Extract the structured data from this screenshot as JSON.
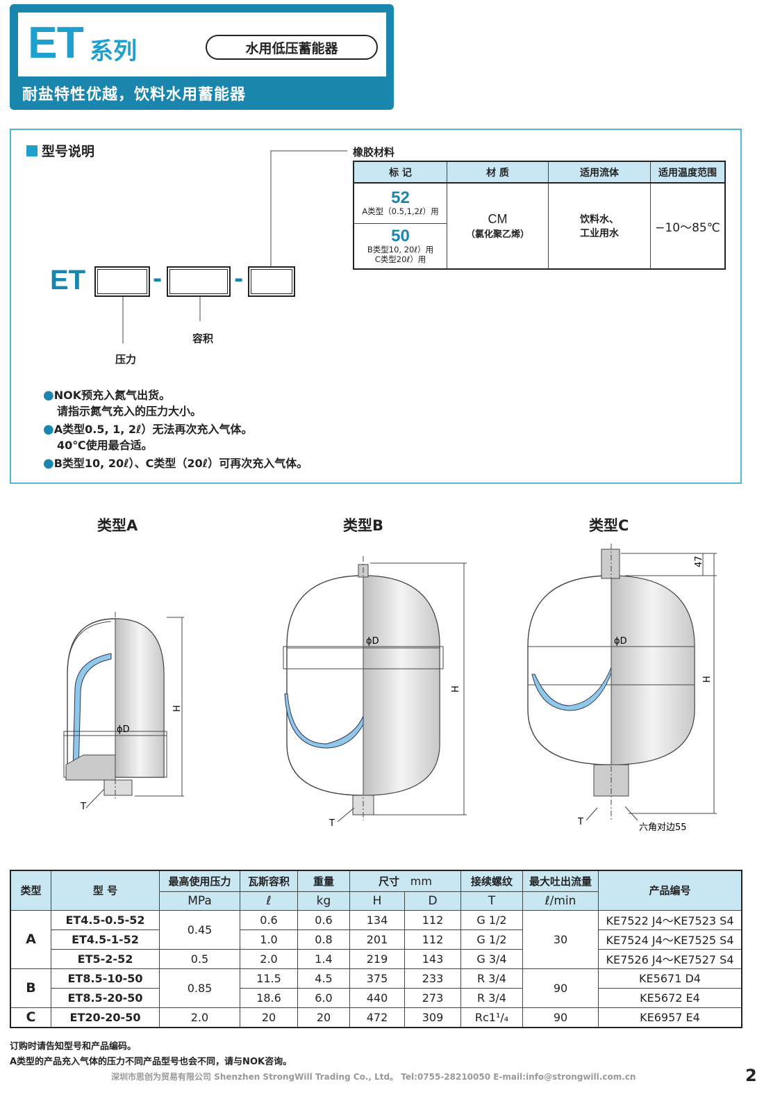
{
  "header": {
    "logo": "ET",
    "series": "系列",
    "pill": "水用低压蓄能器",
    "subtitle": "耐盐特性优越，饮料水用蓄能器"
  },
  "model_section": {
    "title": "型号说明",
    "prefix": "ET",
    "dash": "-",
    "labels": {
      "rubber": "橡胶材料",
      "volume": "容积",
      "pressure": "压力"
    },
    "rubber_table": {
      "headers": [
        "标 记",
        "材 质",
        "适用流体",
        "适用温度范围"
      ],
      "mark_52": "52",
      "mark_52_note": "A类型（0.5,1,2ℓ）用",
      "mark_50": "50",
      "mark_50_note1": "B类型10, 20ℓ）用",
      "mark_50_note2": "C类型20ℓ）用",
      "material": "CM",
      "material_note": "（氯化聚乙烯）",
      "fluid1": "饮料水、",
      "fluid2": "工业用水",
      "temp": "−10～85℃"
    },
    "notes": [
      "NOK预充入氮气出货。",
      "请指示氮气充入的压力大小。",
      "A类型0.5, 1, 2ℓ）无法再次充入气体。",
      "40℃使用最合适。",
      "B类型10, 20ℓ）、C类型（20ℓ）可再次充入气体。"
    ],
    "bullet": "●"
  },
  "drawings": {
    "type_a": "类型A",
    "type_b": "类型B",
    "type_c": "类型C",
    "phi_d": "ϕD",
    "h": "H",
    "t": "T",
    "dim_47": "47",
    "hex": "六角对边55"
  },
  "spec_table": {
    "headers": {
      "type": "类型",
      "model": "型 号",
      "pressure": "最高使用压力",
      "pressure_unit": "MPa",
      "gas": "瓦斯容积",
      "gas_unit": "ℓ",
      "weight": "重量",
      "weight_unit": "kg",
      "size": "尺寸",
      "size_unit": "mm",
      "h": "H",
      "d": "D",
      "thread": "接续螺纹",
      "thread_unit": "T",
      "flow": "最大吐出流量",
      "flow_unit": "ℓ/min",
      "code": "产品编号"
    },
    "type_a": "A",
    "type_b": "B",
    "type_c": "C",
    "rows": [
      {
        "model": "ET4.5-0.5-52",
        "gas": "0.6",
        "weight": "0.6",
        "h": "134",
        "d": "112",
        "thread": "G 1/2",
        "code": "KE7522 J4～KE7523 S4"
      },
      {
        "model": "ET4.5-1-52",
        "gas": "1.0",
        "weight": "0.8",
        "h": "201",
        "d": "112",
        "thread": "G 1/2",
        "code": "KE7524 J4～KE7525 S4"
      },
      {
        "model": "ET5-2-52",
        "gas": "2.0",
        "weight": "1.4",
        "h": "219",
        "d": "143",
        "thread": "G 3/4",
        "code": "KE7526 J4～KE7527 S4"
      },
      {
        "model": "ET8.5-10-50",
        "gas": "11.5",
        "weight": "4.5",
        "h": "375",
        "d": "233",
        "thread": "R 3/4",
        "code": "KE5671 D4"
      },
      {
        "model": "ET8.5-20-50",
        "gas": "18.6",
        "weight": "6.0",
        "h": "440",
        "d": "273",
        "thread": "R 3/4",
        "code": "KE5672 E4"
      },
      {
        "model": "ET20-20-50",
        "gas": "20",
        "weight": "20",
        "h": "472",
        "d": "309",
        "thread": "Rc1¹/₄",
        "code": "KE6957 E4"
      }
    ],
    "pressure_a1": "0.45",
    "pressure_a3": "0.5",
    "pressure_b": "0.85",
    "pressure_c": "2.0",
    "flow_a": "30",
    "flow_b": "90",
    "flow_c": "90"
  },
  "footnotes": [
    "订购时请告知型号和产品编码。",
    "A类型的产品充入气体的压力不同产品型号也会不同，请与NOK咨询。"
  ],
  "footer": "深圳市思创为贸易有限公司  Shenzhen StrongWill Trading Co., Ltd。 Tel:0755-28210050  E-mail:info@strongwill.com.cn",
  "page_number": "2",
  "colors": {
    "accent": "#1a86ad",
    "header_fill": "#c9e6f3",
    "frame": "#4bb8d6",
    "diaphragm": "#8ec9ea"
  }
}
